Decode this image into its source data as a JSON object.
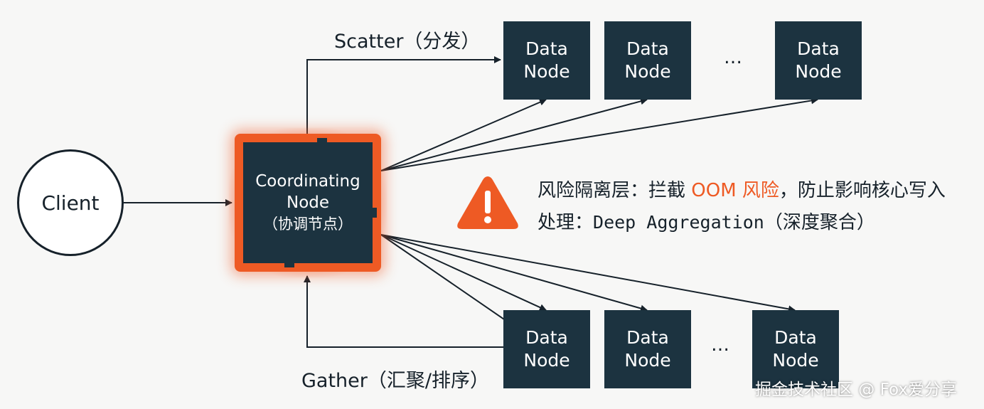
{
  "client": {
    "label": "Client"
  },
  "coordinating_node": {
    "line1": "Coordinating",
    "line2": "Node",
    "line3": "（协调节点）"
  },
  "scatter_label": "Scatter（分发）",
  "gather_label": "Gather（汇聚/排序）",
  "data_nodes_top": [
    {
      "line1": "Data",
      "line2": "Node"
    },
    {
      "line1": "Data",
      "line2": "Node"
    },
    {
      "line1": "Data",
      "line2": "Node"
    }
  ],
  "data_nodes_bottom": [
    {
      "line1": "Data",
      "line2": "Node"
    },
    {
      "line1": "Data",
      "line2": "Node"
    },
    {
      "line1": "Data",
      "line2": "Node"
    }
  ],
  "ellipsis": "…",
  "warning": {
    "icon": "warning-triangle-icon",
    "line1_prefix": "风险隔离层：拦截 ",
    "line1_highlight": "OOM 风险",
    "line1_suffix": "，防止影响核心写入",
    "line2_prefix": "处理：",
    "line2_mono": "Deep Aggregation",
    "line2_suffix": "（深度聚合）"
  },
  "watermark": "掘金技术社区 @ Fox爱分享",
  "colors": {
    "node_fill": "#1c3340",
    "accent": "#ee5a24",
    "line": "#16212a",
    "background": "#f7f7f6"
  }
}
